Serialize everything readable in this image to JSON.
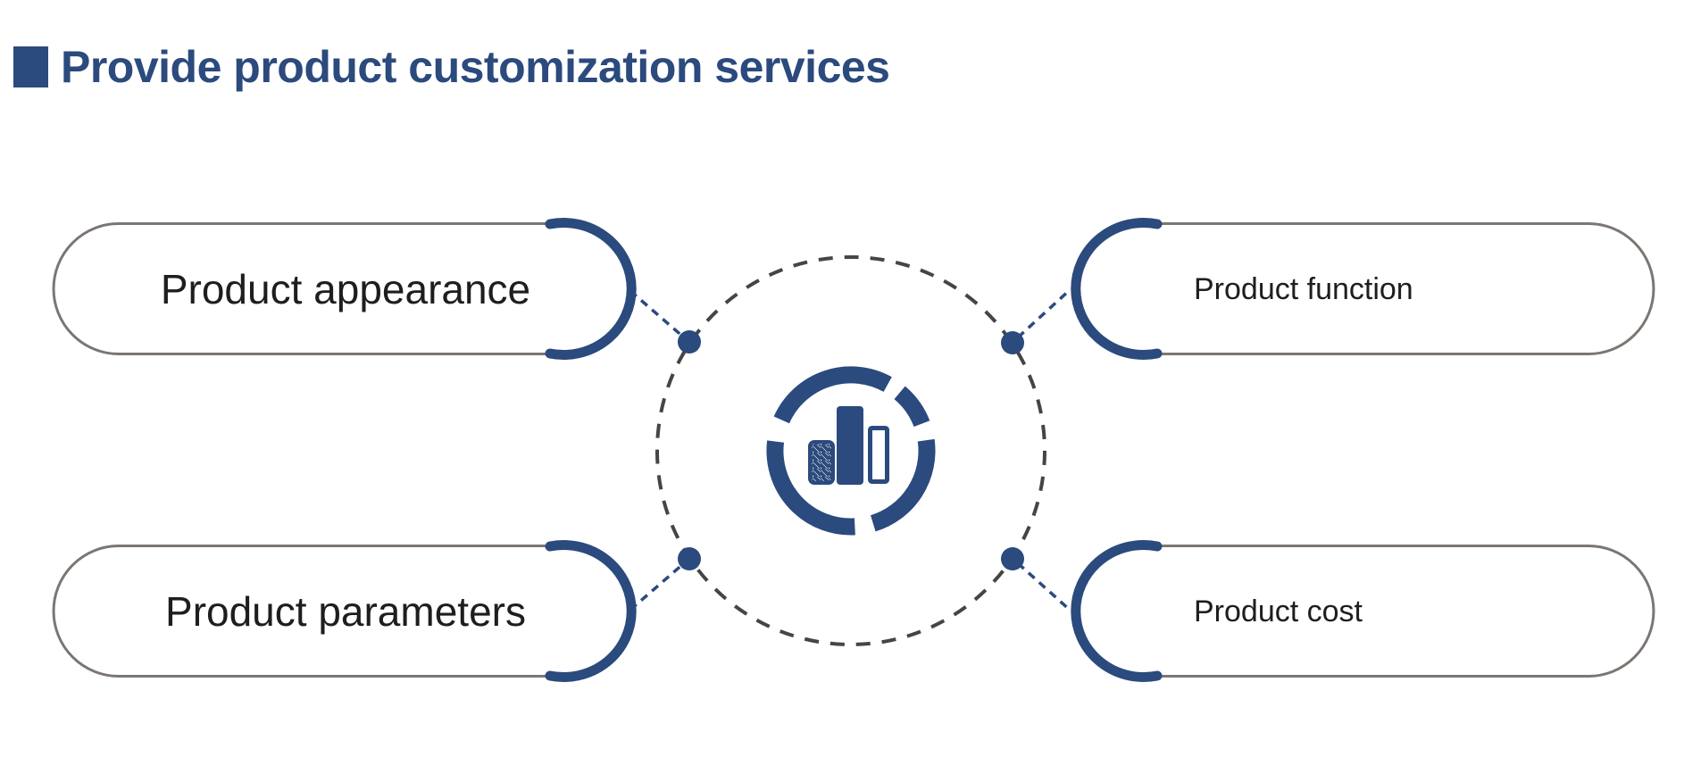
{
  "title": {
    "text": "Provide product customization services"
  },
  "diagram": {
    "nodes": [
      {
        "id": "appearance",
        "label": "Product appearance",
        "position": "top-left"
      },
      {
        "id": "function",
        "label": "Product function",
        "position": "top-right"
      },
      {
        "id": "parameters",
        "label": "Product parameters",
        "position": "bottom-left"
      },
      {
        "id": "cost",
        "label": "Product cost",
        "position": "bottom-right"
      }
    ],
    "center_icon": "segmented-ring-bar-chart",
    "colors": {
      "accent_blue": "#2b4a7d",
      "pill_border_gray": "#7c7672",
      "dashed_circle_gray": "#454545",
      "node_text": "#1e1e1e",
      "background": "#ffffff"
    }
  }
}
